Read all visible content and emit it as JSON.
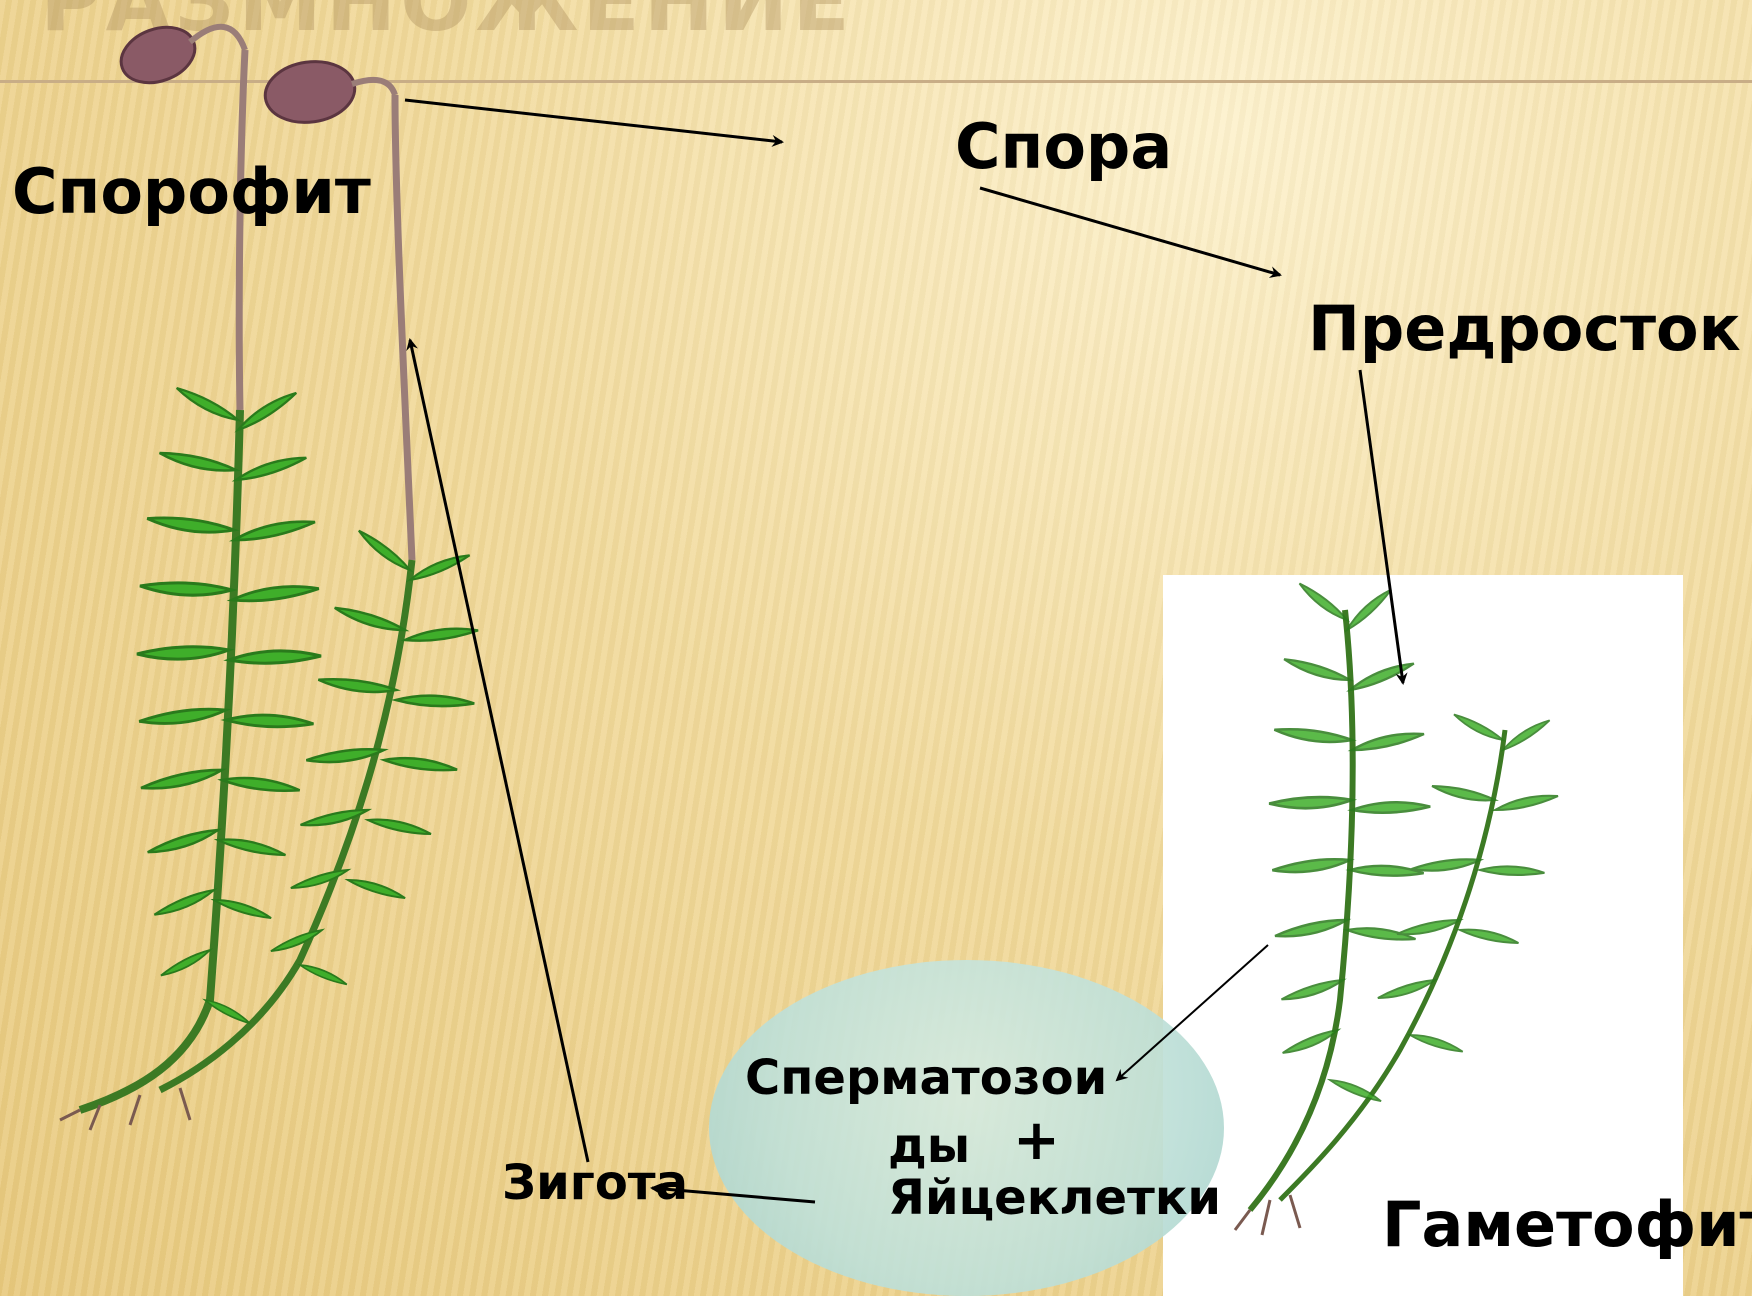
{
  "title_partial": "РАЗМНОЖЕНИЕ",
  "labels": {
    "sporophyte": "Спорофит",
    "spore": "Спора",
    "protonema": "Предросток",
    "gametophyte": "Гаметофит",
    "zygote": "Зигота",
    "sperm_line1": "Сперматозои",
    "sperm_line2": "ды",
    "plus": "+",
    "eggs": "Яйцеклетки"
  },
  "colors": {
    "background": "#f0d79a",
    "text": "#000000",
    "leaf": "#3fae2a",
    "stem": "#9a7d78",
    "capsule": "#8a5a66",
    "water": "#bfe0d8"
  },
  "icons": [
    "moss-sporophyte-illustration",
    "moss-gametophyte-illustration",
    "water-drop-area"
  ]
}
